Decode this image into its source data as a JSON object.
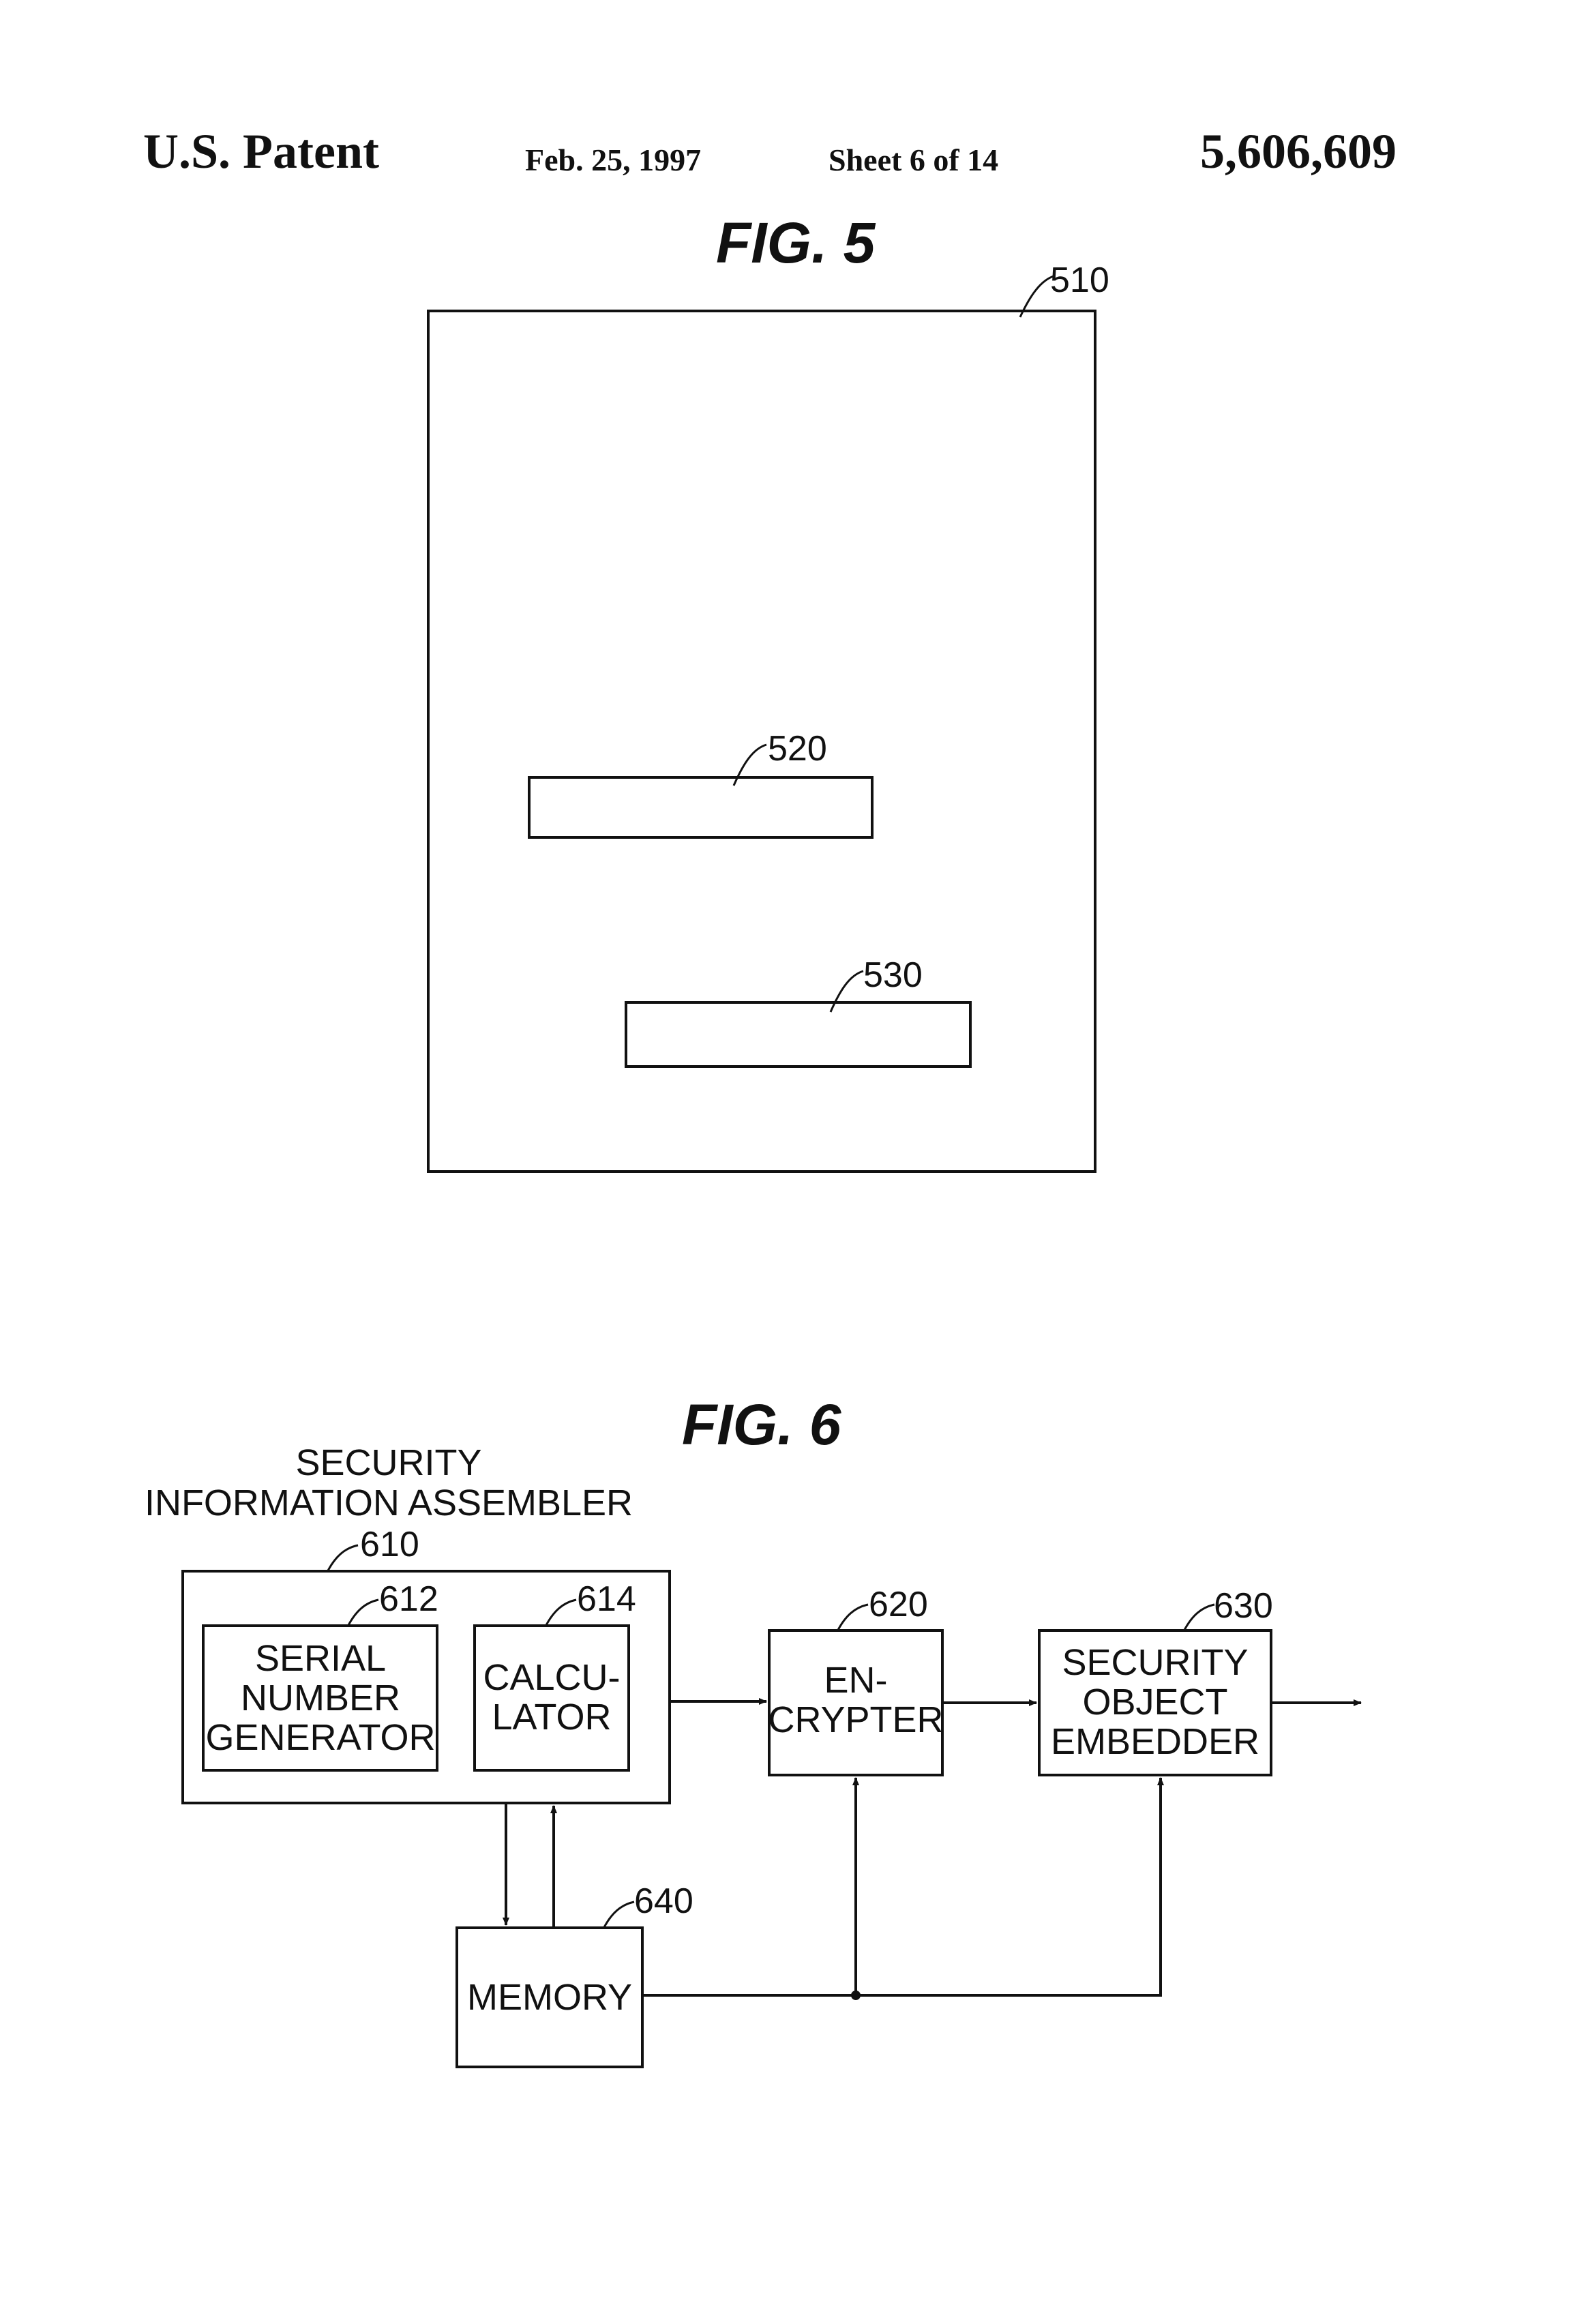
{
  "header": {
    "left": "U.S. Patent",
    "date": "Feb. 25, 1997",
    "sheet": "Sheet 6 of 14",
    "patent_number": "5,606,609"
  },
  "fig5": {
    "title": "FIG. 5",
    "ref_document": "510",
    "ref_region_upper": "520",
    "ref_region_lower": "530"
  },
  "fig6": {
    "title": "FIG. 6",
    "assembler_label_line1": "SECURITY",
    "assembler_label_line2": "INFORMATION ASSEMBLER",
    "ref_assembler": "610",
    "ref_serial": "612",
    "ref_calculator": "614",
    "ref_encrypter": "620",
    "ref_embedder": "630",
    "ref_memory": "640",
    "serial_line1": "SERIAL",
    "serial_line2": "NUMBER",
    "serial_line3": "GENERATOR",
    "calculator_line1": "CALCU-",
    "calculator_line2": "LATOR",
    "encrypter_line1": "EN-",
    "encrypter_line2": "CRYPTER",
    "embedder_line1": "SECURITY",
    "embedder_line2": "OBJECT",
    "embedder_line3": "EMBEDDER",
    "memory_label": "MEMORY"
  }
}
